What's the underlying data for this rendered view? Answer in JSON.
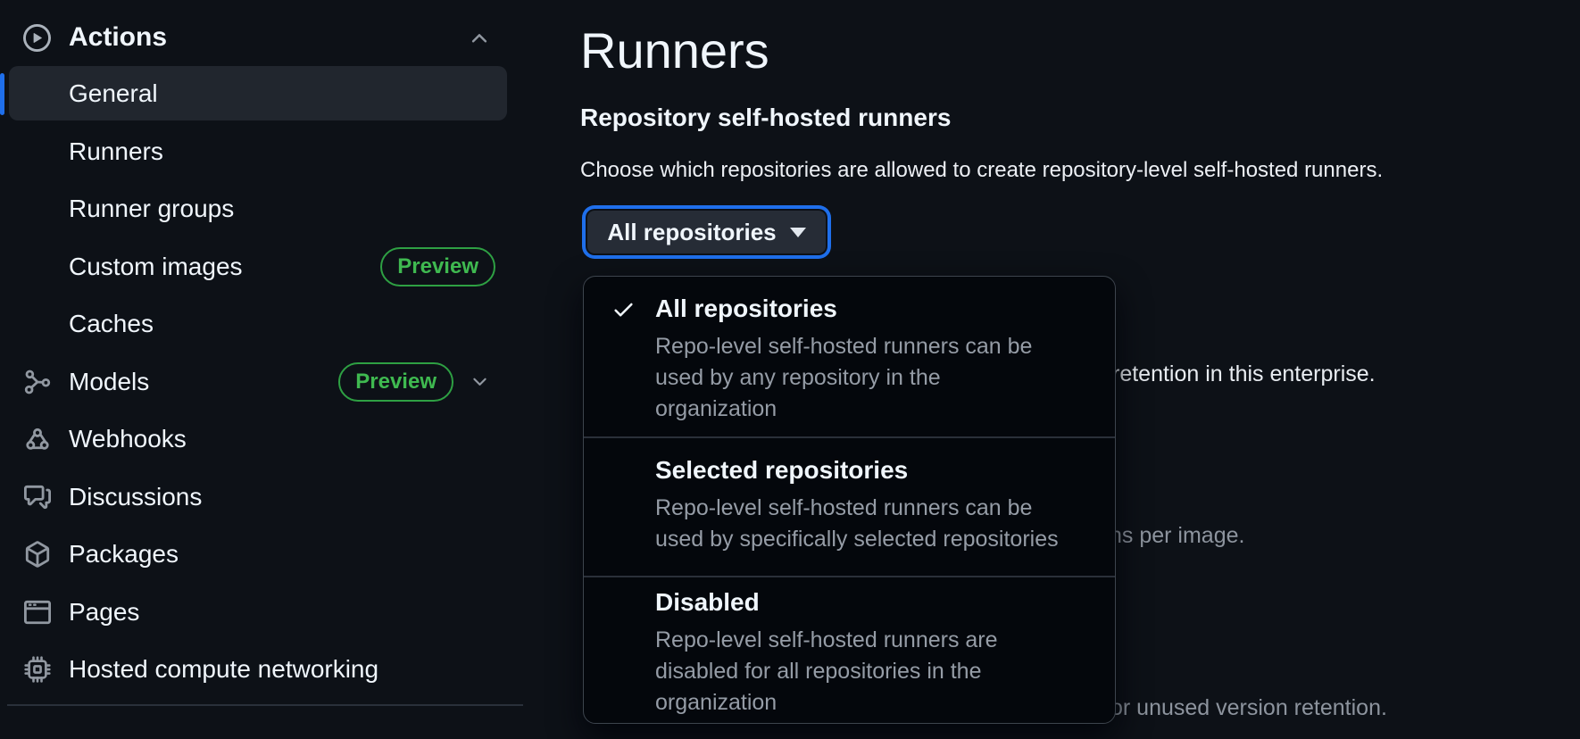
{
  "colors": {
    "page_bg": "#0d1117",
    "accent_blue": "#1f6feb",
    "badge_green": "#3fb950",
    "text_primary": "#f0f6fc",
    "text_muted": "#9198a1",
    "menu_bg": "#04070c",
    "border": "#3d444d"
  },
  "sidebar": {
    "header": {
      "label": "Actions",
      "icon": "play-icon",
      "collapse_icon": "chevron-up-icon"
    },
    "items": [
      {
        "label": "General",
        "selected": true
      },
      {
        "label": "Runners",
        "selected": false
      },
      {
        "label": "Runner groups",
        "selected": false
      },
      {
        "label": "Custom images",
        "selected": false,
        "badge": "Preview"
      },
      {
        "label": "Caches",
        "selected": false
      },
      {
        "label": "Models",
        "selected": false,
        "icon": "ai-model-icon",
        "badge": "Preview",
        "expand_icon": "chevron-down-icon"
      },
      {
        "label": "Webhooks",
        "selected": false,
        "icon": "webhook-icon"
      },
      {
        "label": "Discussions",
        "selected": false,
        "icon": "comment-discussion-icon"
      },
      {
        "label": "Packages",
        "selected": false,
        "icon": "package-icon"
      },
      {
        "label": "Pages",
        "selected": false,
        "icon": "browser-icon"
      },
      {
        "label": "Hosted compute networking",
        "selected": false,
        "icon": "cpu-icon"
      }
    ]
  },
  "main": {
    "page_title": "Runners",
    "section": {
      "heading": "Repository self-hosted runners",
      "description": "Choose which repositories are allowed to create repository-level self-hosted runners."
    },
    "dropdown": {
      "button_label": "All repositories",
      "menu_items": [
        {
          "title": "All repositories",
          "selected": true,
          "description_lines": [
            "Repo-level self-hosted runners can be",
            "used by any repository in the",
            "organization"
          ]
        },
        {
          "title": "Selected repositories",
          "selected": false,
          "description_lines": [
            "Repo-level self-hosted runners can be",
            "used by specifically selected repositories"
          ]
        },
        {
          "title": "Disabled",
          "selected": false,
          "description_lines": [
            "Repo-level self-hosted runners are",
            "disabled for all repositories in the",
            "organization"
          ]
        }
      ]
    },
    "background_text_fragments": [
      {
        "text": "retention in this enterprise.",
        "tone": "primary"
      },
      {
        "text": "ns per image.",
        "tone": "muted"
      },
      {
        "text": "or unused version retention.",
        "tone": "muted"
      }
    ]
  }
}
